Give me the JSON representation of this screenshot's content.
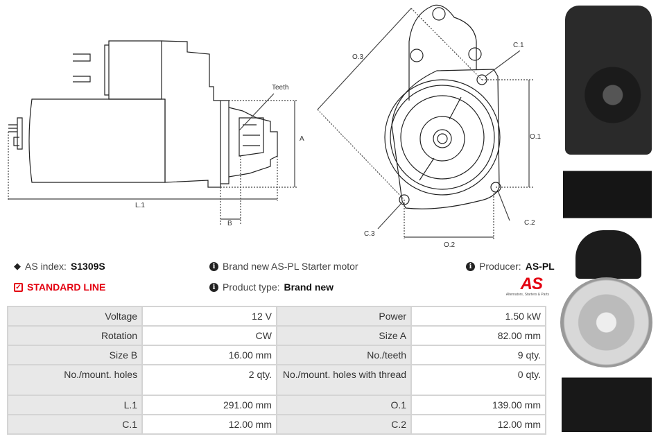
{
  "diagram": {
    "labels": {
      "teeth": "Teeth",
      "a": "A",
      "b": "B",
      "l1": "L.1",
      "o1": "O.1",
      "o2": "O.2",
      "o3": "O.3",
      "c1": "C.1",
      "c2": "C.2",
      "c3": "C.3"
    }
  },
  "info": {
    "as_index_label": "AS index:",
    "as_index_value": "S1309S",
    "line": "STANDARD LINE",
    "description": "Brand new AS-PL Starter motor",
    "product_type_label": "Product type:",
    "product_type_value": "Brand new",
    "producer_label": "Producer:",
    "producer_value": "AS-PL",
    "logo_text": "AS",
    "logo_tagline": "Alternators, Starters & Parts"
  },
  "specs": [
    [
      "Voltage",
      "12 V",
      "Power",
      "1.50 kW"
    ],
    [
      "Rotation",
      "CW",
      "Size A",
      "82.00 mm"
    ],
    [
      "Size B",
      "16.00 mm",
      "No./teeth",
      "9 qty."
    ],
    [
      "No./mount. holes",
      "2 qty.",
      "No./mount. holes with thread",
      "0 qty."
    ],
    [
      "L.1",
      "291.00 mm",
      "O.1",
      "139.00 mm"
    ],
    [
      "C.1",
      "12.00 mm",
      "C.2",
      "12.00 mm"
    ]
  ],
  "colors": {
    "accent": "#e3000f"
  }
}
